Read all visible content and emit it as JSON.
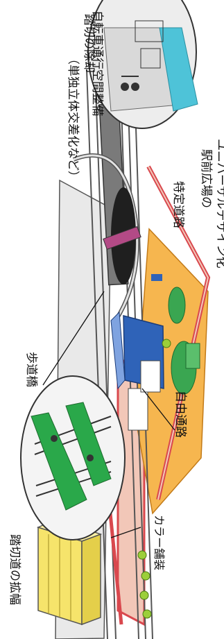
{
  "labels": {
    "crossing_removal": "踏切の除却",
    "crossing_removal_sub": "（単独立体交差化など）",
    "bicycle_space": "自転車通行空間整備",
    "specified_road": "特定道路",
    "station_plaza": "駅前広場の",
    "universal_design": "ユニバーサルデザイン化",
    "pedestrian_bridge": "歩道橋",
    "free_passage": "自由通路",
    "crossing_widening": "踏切道の拡幅",
    "color_paving": "カラー舗装"
  },
  "colors": {
    "road_red": "#d9484e",
    "road_pink": "#f2c7b8",
    "ground_orange": "#f6b64f",
    "rail_gray": "#7a7a7a",
    "green_area": "#3aa651",
    "blue_building": "#2f63b8",
    "sky_blue": "#4ec3d8",
    "ink": "#111111"
  }
}
